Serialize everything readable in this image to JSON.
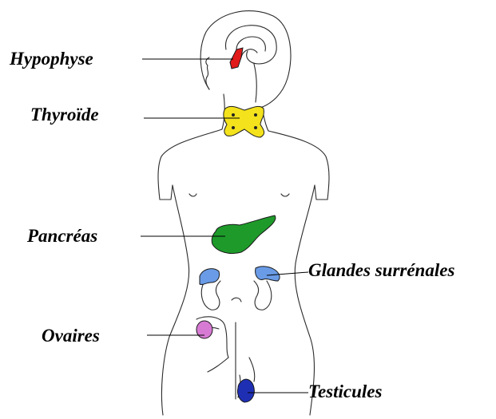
{
  "labels": {
    "hypophyse": "Hypophyse",
    "thyroide": "Thyroïde",
    "pancreas": "Pancréas",
    "glandes": "Glandes surrénales",
    "ovaires": "Ovaires",
    "testicules": "Testicules"
  },
  "colors": {
    "hypophysis": "#e11a1a",
    "thyroid": "#f3e21c",
    "pancreas": "#1e9a2b",
    "adrenal": "#6a9be6",
    "ovary": "#d77ad3",
    "testis": "#1f2fb4"
  }
}
